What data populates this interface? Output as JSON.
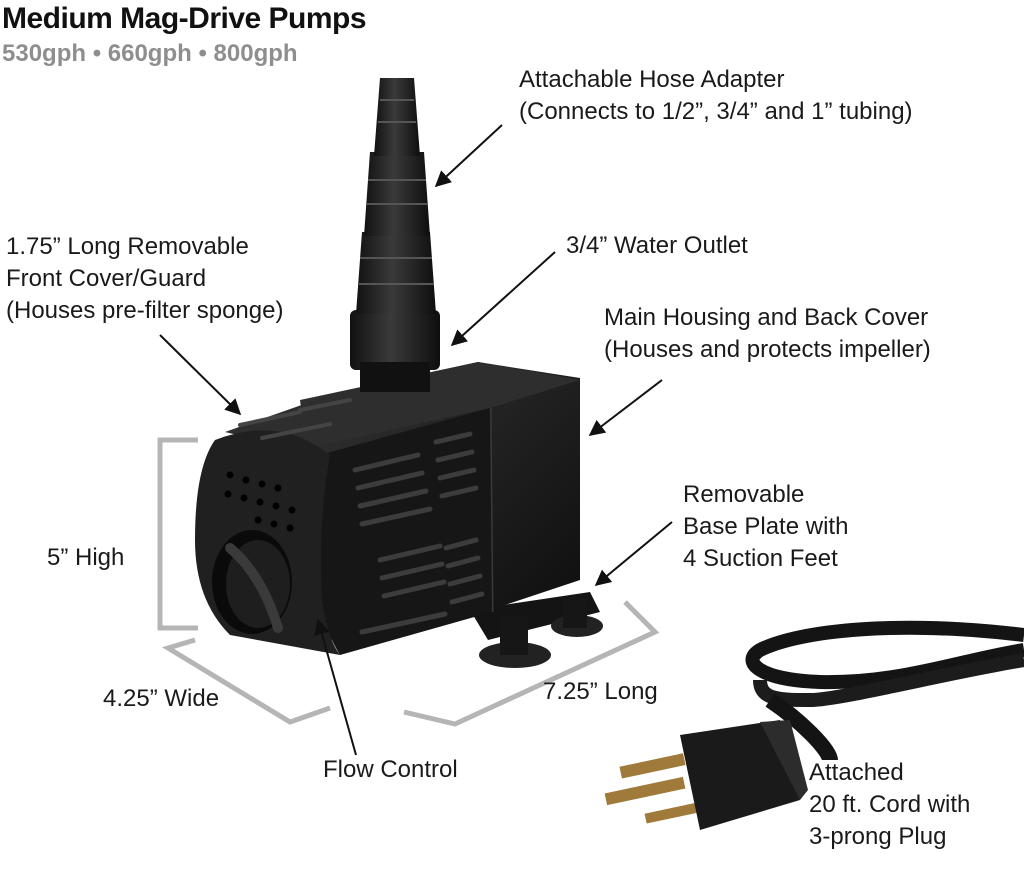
{
  "header": {
    "title": "Medium Mag-Drive Pumps",
    "subtitle": "530gph • 660gph • 800gph"
  },
  "callouts": {
    "hose_adapter": [
      "Attachable Hose Adapter",
      "(Connects to 1/2”, 3/4” and 1” tubing)"
    ],
    "front_cover": [
      "1.75” Long Removable",
      "Front Cover/Guard",
      "(Houses pre-filter sponge)"
    ],
    "water_outlet": [
      "3/4” Water Outlet"
    ],
    "main_housing": [
      "Main Housing and Back Cover",
      "(Houses and protects impeller)"
    ],
    "base_plate": [
      "Removable",
      "Base Plate with",
      "4 Suction Feet"
    ],
    "flow_control": [
      "Flow Control"
    ],
    "cord": [
      "Attached",
      "20 ft. Cord with",
      "3-prong Plug"
    ]
  },
  "dimensions": {
    "height": "5” High",
    "width": "4.25” Wide",
    "length": "7.25” Long"
  },
  "colors": {
    "pump_body": "#1c1c1c",
    "dimension_line": "#b5b5b5",
    "text": "#1a1a1a",
    "subtitle": "#8e8e8e"
  }
}
